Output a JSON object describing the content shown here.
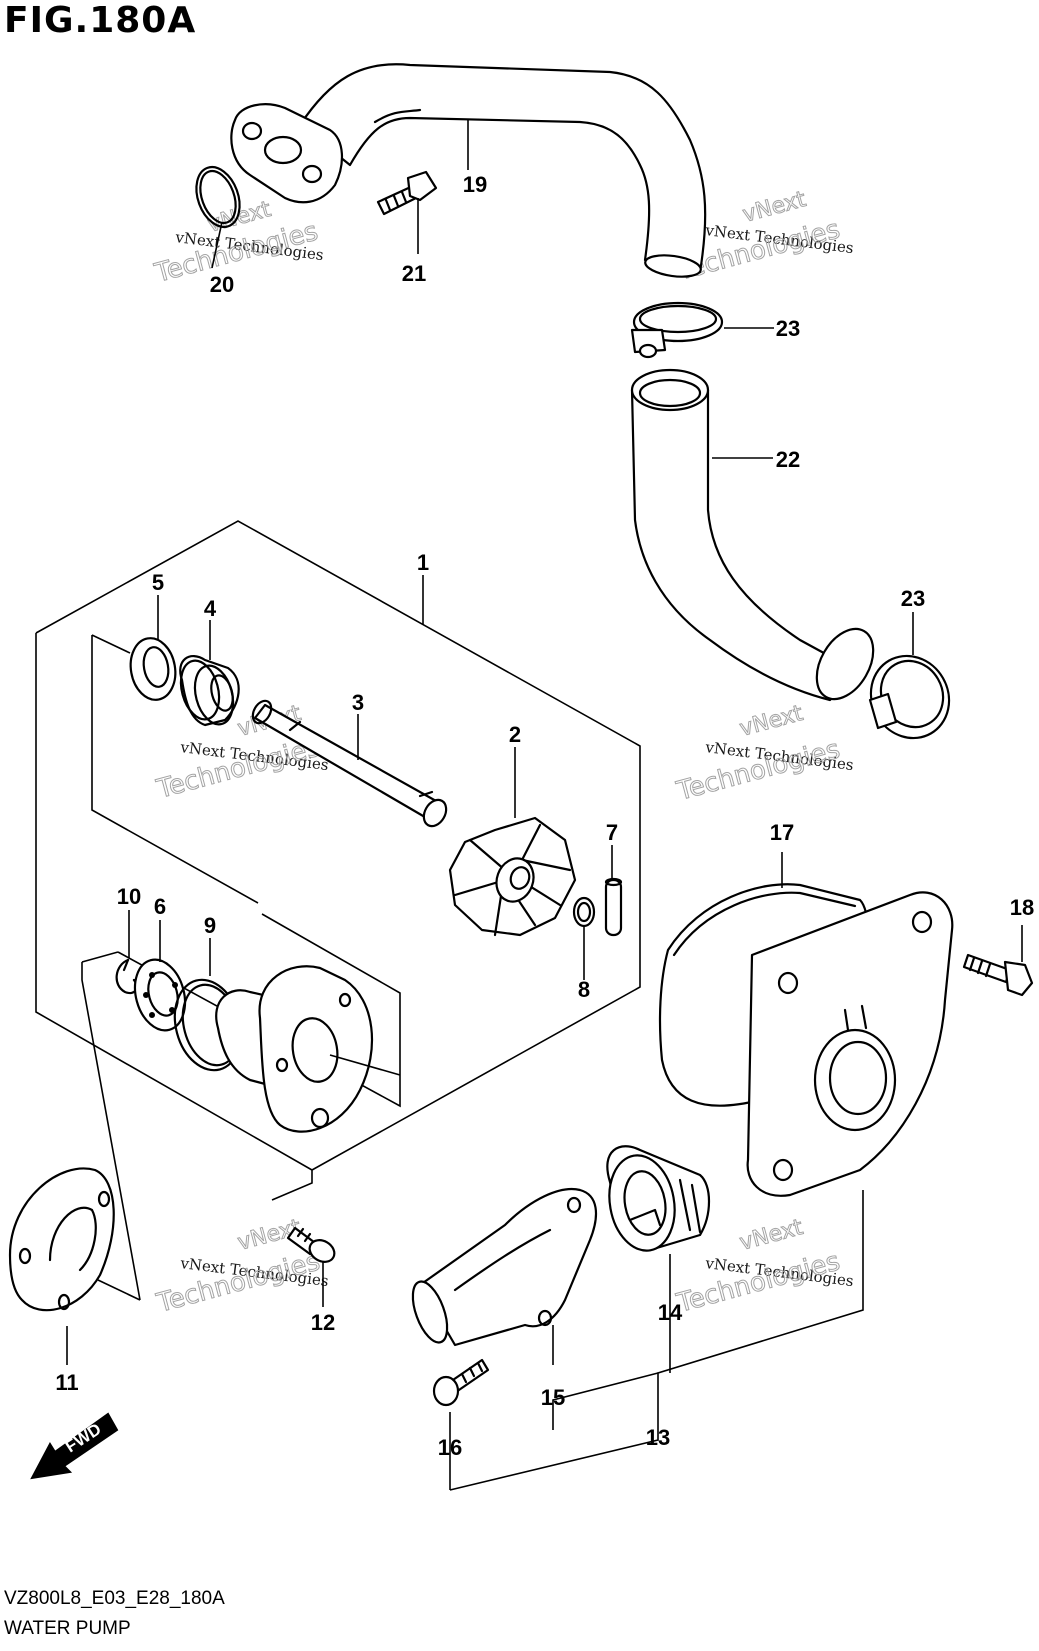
{
  "title": "FIG.180A",
  "footer": {
    "code": "VZ800L8_E03_E28_180A",
    "name": "WATER PUMP"
  },
  "watermark": {
    "line1": "vNext Technologies",
    "line2": "Technologies",
    "line3": "vNext"
  },
  "fwd_label": "FWD",
  "callouts": [
    {
      "id": "c1",
      "text": "1"
    },
    {
      "id": "c2",
      "text": "2"
    },
    {
      "id": "c3",
      "text": "3"
    },
    {
      "id": "c4",
      "text": "4"
    },
    {
      "id": "c5",
      "text": "5"
    },
    {
      "id": "c6",
      "text": "6"
    },
    {
      "id": "c7",
      "text": "7"
    },
    {
      "id": "c8",
      "text": "8"
    },
    {
      "id": "c9",
      "text": "9"
    },
    {
      "id": "c10",
      "text": "10"
    },
    {
      "id": "c11",
      "text": "11"
    },
    {
      "id": "c12",
      "text": "12"
    },
    {
      "id": "c13",
      "text": "13"
    },
    {
      "id": "c14",
      "text": "14"
    },
    {
      "id": "c15",
      "text": "15"
    },
    {
      "id": "c16",
      "text": "16"
    },
    {
      "id": "c17",
      "text": "17"
    },
    {
      "id": "c18",
      "text": "18"
    },
    {
      "id": "c19",
      "text": "19"
    },
    {
      "id": "c20",
      "text": "20"
    },
    {
      "id": "c21",
      "text": "21"
    },
    {
      "id": "c22a",
      "text": "22"
    },
    {
      "id": "c23a",
      "text": "23"
    },
    {
      "id": "c23b",
      "text": "23"
    }
  ]
}
